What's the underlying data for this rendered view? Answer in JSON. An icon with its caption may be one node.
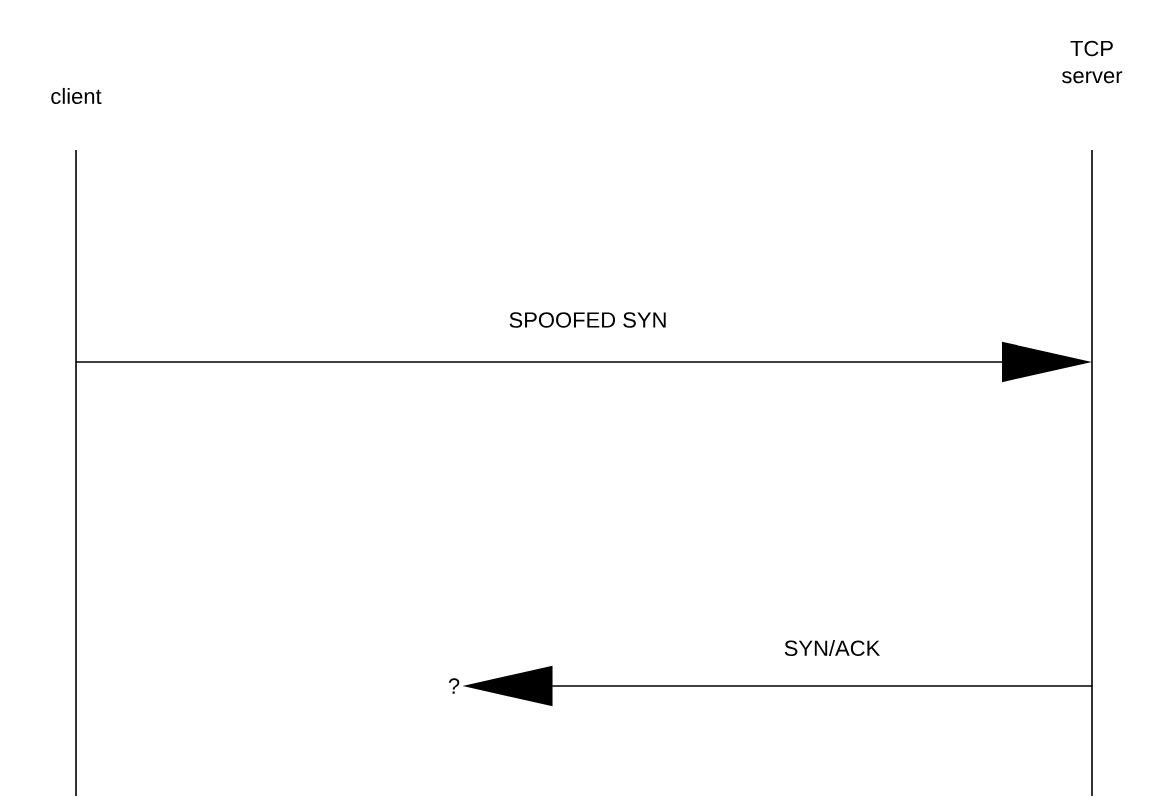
{
  "diagram": {
    "nodes": [
      {
        "text": [
          "client"
        ]
      },
      {
        "text": [
          "TCP server"
        ]
      },
      {
        "text": [
          "?"
        ]
      }
    ],
    "edges": [
      {
        "from": 0,
        "to": 1,
        "arrow": "to",
        "label": "SPOOFED SYN"
      },
      {
        "from": 1,
        "to": 2,
        "arrow": "to",
        "label": "SYN/ACK"
      }
    ]
  }
}
